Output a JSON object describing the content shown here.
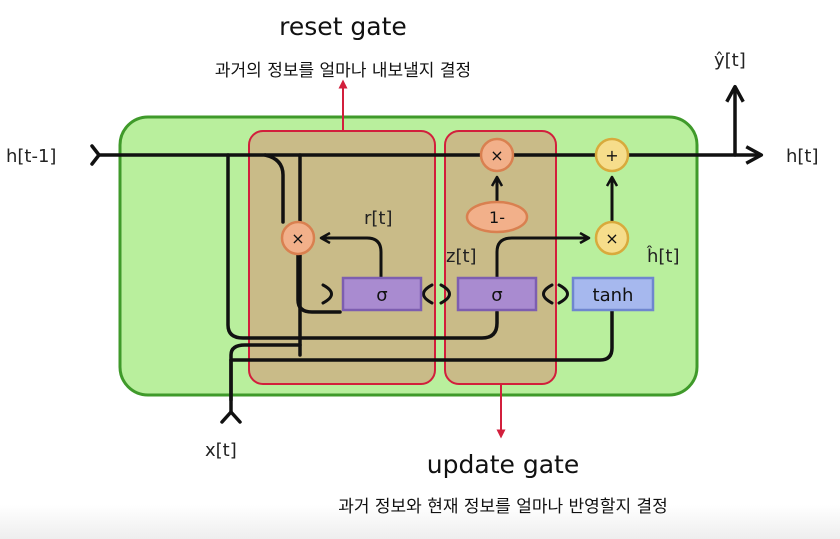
{
  "reset_gate": {
    "title": "reset gate",
    "description": "과거의 정보를 얼마나 내보낼지 결정"
  },
  "update_gate": {
    "title": "update gate",
    "description": "과거 정보와 현재 정보를 얼마나 반영할지 결정"
  },
  "io": {
    "h_prev": "h[t-1]",
    "h_out": "h[t]",
    "y_out": "ŷ[t]",
    "x_in": "x[t]"
  },
  "labels": {
    "r": "r[t]",
    "z": "z[t]",
    "h_candidate": "ĥ[t]"
  },
  "nodes": {
    "mult_reset": "×",
    "mult_update": "×",
    "mult_candidate": "×",
    "add": "+",
    "one_minus": "1-"
  },
  "boxes": {
    "sigma_reset": "σ",
    "sigma_update": "σ",
    "tanh": "tanh"
  },
  "colors": {
    "cell_fill": "#b9ef9d",
    "cell_stroke": "#3f9a2a",
    "gate_fill": "#c9bb88",
    "gate_stroke": "#d21f3c",
    "node_fill": "#f2b08a",
    "node_stroke": "#d98050",
    "add_fill": "#f6dd8b",
    "add_stroke": "#d8aa3c",
    "sigma_fill": "#a98bd0",
    "sigma_stroke": "#7d5eb0",
    "tanh_fill": "#a6b8ee",
    "tanh_stroke": "#6f86cf"
  }
}
